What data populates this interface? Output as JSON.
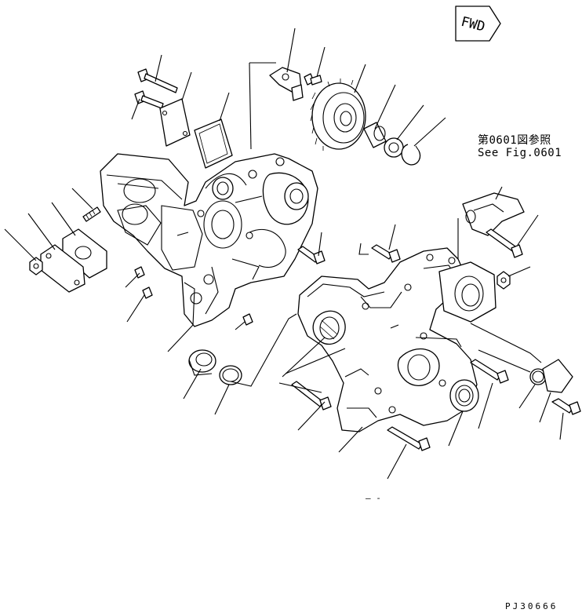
{
  "figure": {
    "fwd_label": "FWD",
    "reference_jp": "第0601図参照",
    "reference_en": "See Fig.0601",
    "drawing_id": "PJ30666",
    "center_mark": "— -"
  }
}
